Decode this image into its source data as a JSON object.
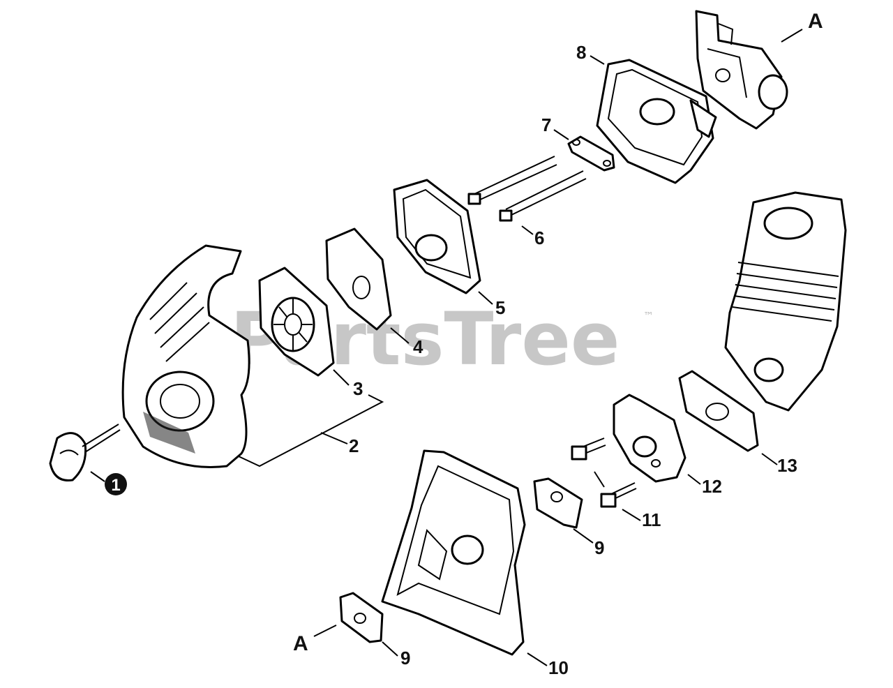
{
  "watermark": {
    "text": "PartsTree",
    "trademark": "™"
  },
  "callouts": {
    "c1": "1",
    "c2": "2",
    "c3": "3",
    "c4": "4",
    "c5": "5",
    "c6": "6",
    "c7": "7",
    "c8": "8",
    "c9a": "9",
    "c9b": "9",
    "c10": "10",
    "c11": "11",
    "c12": "12",
    "c13": "13"
  },
  "refs": {
    "top": "A",
    "bottom": "A"
  }
}
